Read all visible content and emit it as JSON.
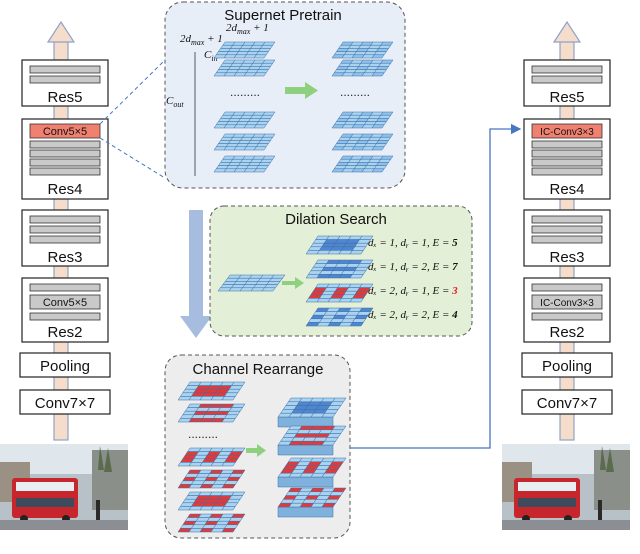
{
  "colors": {
    "pipe_fill": "#f5dccb",
    "pipe_stroke": "#8ea4c8",
    "layer_fill": "#c9c9c9",
    "highlight_fill": "#f08070",
    "panel_blue": "#e8eef8",
    "panel_green": "#e3efd6",
    "panel_gray": "#ededed",
    "grid_light": "#a9d3ef",
    "grid_mid": "#4f86cf",
    "grid_red": "#e03a3a",
    "arrow_green": "#8fd07f",
    "arrow_big": "#a7bde0",
    "connector_blue": "#4677c0",
    "highlight_red_text": "#e02020"
  },
  "left_net": {
    "res5": "Res5",
    "res4": "Res4",
    "res4_highlight": "Conv5×5",
    "res3": "Res3",
    "res2": "Res2",
    "res2_highlight": "Conv5×5",
    "pooling": "Pooling",
    "stem": "Conv7×7"
  },
  "right_net": {
    "res5": "Res5",
    "res4": "Res4",
    "res4_highlight": "IC-Conv3×3",
    "res3": "Res3",
    "res2": "Res2",
    "res2_highlight": "IC-Conv3×3",
    "pooling": "Pooling",
    "stem": "Conv7×7"
  },
  "supernet": {
    "title": "Supernet Pretrain",
    "label_a": "2d",
    "label_a_sub": "max",
    "label_a_tail": " + 1",
    "label_b": "2d",
    "label_b_sub": "max",
    "label_b_tail": " + 1",
    "c_in": "C",
    "c_in_sub": "in",
    "c_out": "C",
    "c_out_sub": "out",
    "dots": "........."
  },
  "dilation": {
    "title": "Dilation Search",
    "rows": [
      {
        "text": "dₓ = 1, dᵧ = 1, E = ",
        "value": "5",
        "highlight": false
      },
      {
        "text": "dₓ = 1, dᵧ = 2, E = ",
        "value": "7",
        "highlight": false
      },
      {
        "text": "dₓ = 2, dᵧ = 1, E = ",
        "value": "3",
        "highlight": true
      },
      {
        "text": "dₓ = 2, dᵧ = 2, E = ",
        "value": "4",
        "highlight": false
      }
    ]
  },
  "rearrange": {
    "title": "Channel Rearrange",
    "dots": "........."
  }
}
